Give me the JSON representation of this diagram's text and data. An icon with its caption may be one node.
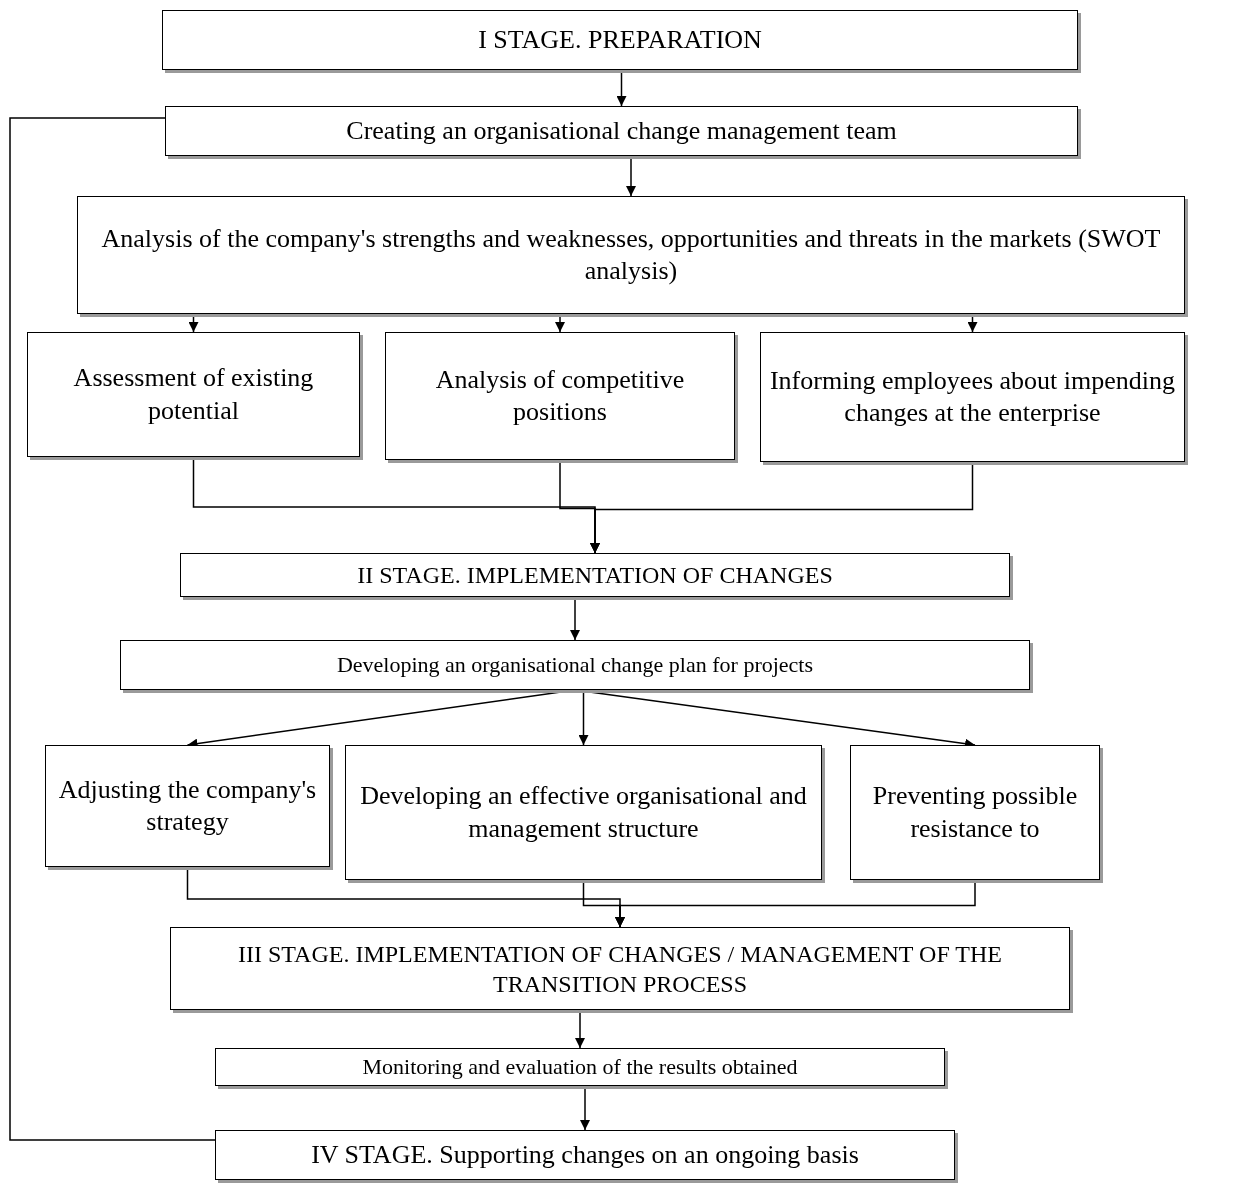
{
  "diagram": {
    "nodes": [
      {
        "text": [
          "I STAGE. PREPARATION"
        ]
      },
      {
        "text": [
          "Creating an organisational change management team"
        ]
      },
      {
        "text": [
          "Analysis of the company's strengths and weaknesses, opportunities and threats in the markets (SWOT analysis)"
        ]
      },
      {
        "text": [
          "Assessment of existing potential"
        ]
      },
      {
        "text": [
          "Analysis of competitive positions"
        ]
      },
      {
        "text": [
          "Informing employees about impending changes at the enterprise"
        ]
      },
      {
        "text": [
          "II STAGE. IMPLEMENTATION OF CHANGES"
        ]
      },
      {
        "text": [
          "Developing an organisational change plan for projects"
        ]
      },
      {
        "text": [
          "Adjusting the company's strategy"
        ]
      },
      {
        "text": [
          "Developing an effective organisational and management structure"
        ]
      },
      {
        "text": [
          "Preventing possible resistance to"
        ]
      },
      {
        "text": [
          "III STAGE. IMPLEMENTATION OF CHANGES / MANAGEMENT OF THE TRANSITION PROCESS"
        ]
      },
      {
        "text": [
          "Monitoring and evaluation of the results obtained"
        ]
      },
      {
        "text": [
          "IV STAGE. Supporting changes on an ongoing basis"
        ]
      }
    ],
    "edges": [
      {
        "from": 0,
        "to": 1,
        "arrow": "to"
      },
      {
        "from": 1,
        "to": 2,
        "arrow": "to"
      },
      {
        "from": 2,
        "to": 3,
        "arrow": "to"
      },
      {
        "from": 2,
        "to": 4,
        "arrow": "to"
      },
      {
        "from": 2,
        "to": 5,
        "arrow": "to"
      },
      {
        "from": 3,
        "to": 6,
        "arrow": "to"
      },
      {
        "from": 4,
        "to": 6,
        "arrow": "to"
      },
      {
        "from": 5,
        "to": 6,
        "arrow": "to"
      },
      {
        "from": 6,
        "to": 7,
        "arrow": "to"
      },
      {
        "from": 7,
        "to": 8,
        "arrow": "to"
      },
      {
        "from": 7,
        "to": 9,
        "arrow": "to"
      },
      {
        "from": 7,
        "to": 10,
        "arrow": "to"
      },
      {
        "from": 8,
        "to": 11,
        "arrow": "to"
      },
      {
        "from": 9,
        "to": 11,
        "arrow": "to"
      },
      {
        "from": 10,
        "to": 11,
        "arrow": "to"
      },
      {
        "from": 11,
        "to": 12,
        "arrow": "to"
      },
      {
        "from": 12,
        "to": 13,
        "arrow": "to"
      },
      {
        "from": 13,
        "to": 1,
        "arrow": "none"
      }
    ]
  }
}
